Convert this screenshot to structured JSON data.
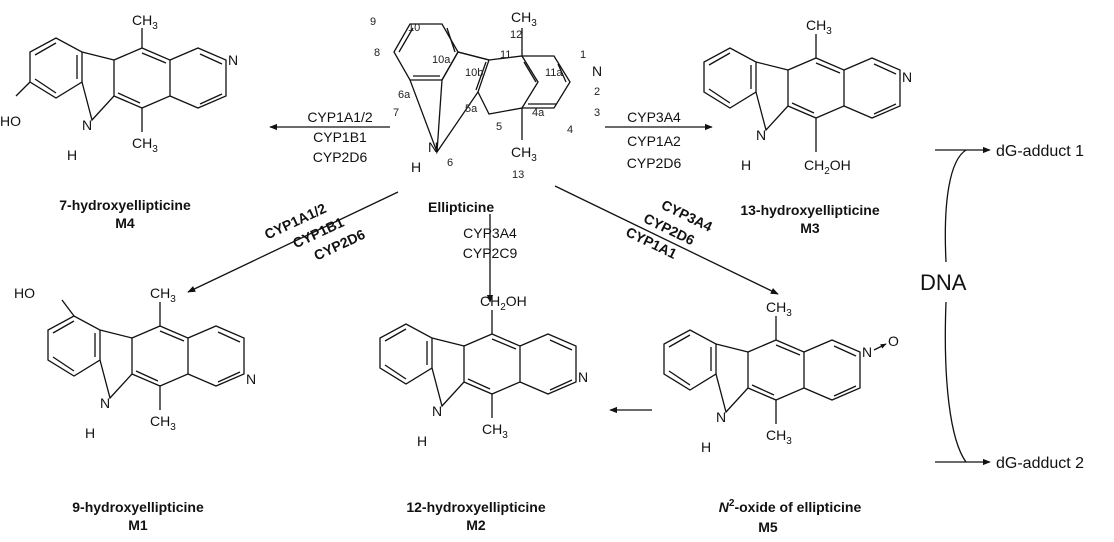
{
  "atoms": {
    "n": "N",
    "h": "H",
    "ho": "HO",
    "ch3": "CH",
    "ch2oh_a": "CH",
    "ch2oh_b": "OH",
    "o": "O",
    "sub3": "3",
    "sub2": "2"
  },
  "numbering": [
    "1",
    "2",
    "3",
    "4",
    "4a",
    "5",
    "5a",
    "6",
    "6a",
    "7",
    "8",
    "9",
    "10",
    "10a",
    "10b",
    "11",
    "11a",
    "12",
    "13"
  ],
  "compounds": {
    "ellipticine": "Ellipticine",
    "m4": {
      "name": "7-hydroxyellipticine",
      "code": "M4"
    },
    "m3": {
      "name": "13-hydroxyellipticine",
      "code": "M3"
    },
    "m1": {
      "name": "9-hydroxyellipticine",
      "code": "M1"
    },
    "m2": {
      "name": "12-hydroxyellipticine",
      "code": "M2"
    },
    "m5": {
      "prefix": "N",
      "sup": "2",
      "name": "-oxide of ellipticine",
      "code": "M5"
    }
  },
  "enzymes": {
    "to_m4": [
      "CYP1A1/2",
      "CYP1B1",
      "CYP2D6"
    ],
    "to_m3": [
      "CYP3A4",
      "CYP1A2",
      "CYP2D6"
    ],
    "to_m1": [
      "CYP1A1/2",
      "CYP1B1",
      "CYP2D6"
    ],
    "to_m2": [
      "CYP3A4",
      "CYP2C9"
    ],
    "to_m5": [
      "CYP3A4",
      "CYP2D6",
      "CYP1A1"
    ]
  },
  "adducts": {
    "a1": "dG-adduct 1",
    "a2": "dG-adduct 2",
    "dna": "DNA"
  }
}
